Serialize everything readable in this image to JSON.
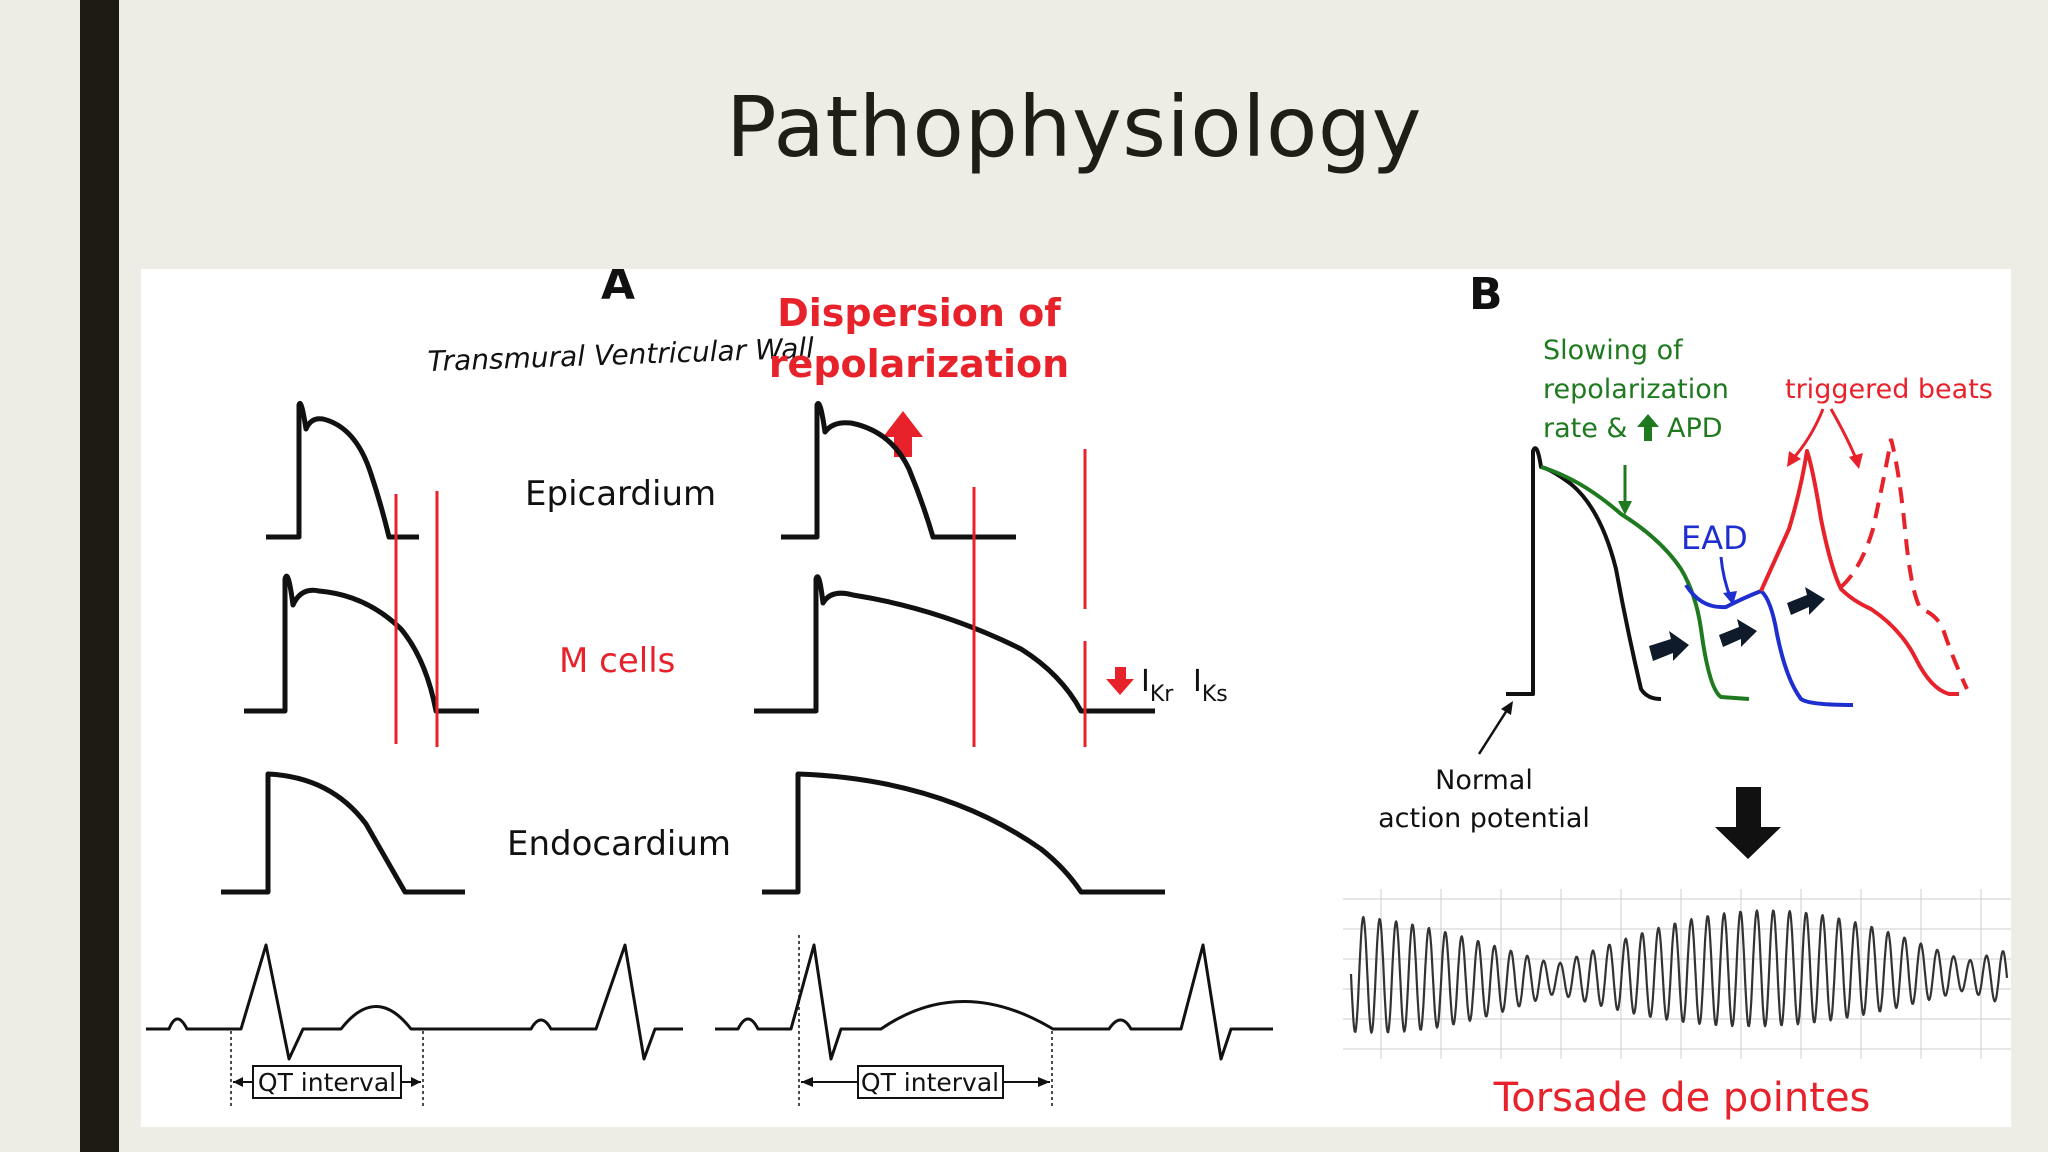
{
  "slide": {
    "title": "Pathophysiology"
  },
  "figure": {
    "panel_a": {
      "label": "A",
      "wall_label": "Transmural Ventricular Wall",
      "dispersion_line1": "Dispersion of",
      "dispersion_line2": "repolarization",
      "epicardium": "Epicardium",
      "m_cells": "M cells",
      "endocardium": "Endocardium",
      "ikr_i": "I",
      "ikr_sub": "Kr",
      "iks_i": "I",
      "iks_sub": "Ks",
      "qt_left": "QT interval",
      "qt_right": "QT interval"
    },
    "panel_b": {
      "label": "B",
      "slowing_line1": "Slowing of",
      "slowing_line2": "repolarization",
      "slowing_line3_a": "rate &",
      "slowing_line3_b": "APD",
      "triggered": "triggered beats",
      "ead": "EAD",
      "normal_line1": "Normal",
      "normal_line2": "action potential",
      "torsade": "Torsade de pointes"
    },
    "colors": {
      "red": "#e8222b",
      "green": "#1f7a1f",
      "blue": "#1f2fcf",
      "black": "#111111",
      "navy": "#0f1a2b"
    }
  }
}
